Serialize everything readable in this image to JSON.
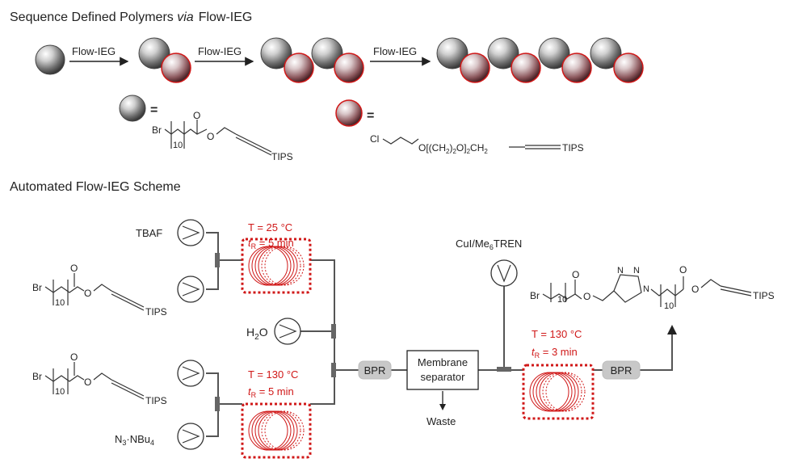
{
  "titles": {
    "section1_pre": "Sequence Defined Polymers ",
    "section1_via": "via",
    "section1_post": "Flow-IEG",
    "section2": "Automated Flow-IEG Scheme"
  },
  "arrows": {
    "arrow1": "Flow-IEG",
    "arrow2": "Flow-IEG",
    "arrow3": "Flow-IEG"
  },
  "legend": {
    "equals": "=",
    "gray_chain_br": "Br",
    "gray_chain_o": "O",
    "gray_chain_sub": "10",
    "gray_chain_tips": "TIPS",
    "red_chain_cl": "Cl",
    "red_chain_formula": "O[(CH",
    "red_chain_formula_2": "2",
    "red_chain_formula_3": ")",
    "red_chain_formula_4": "2",
    "red_chain_formula_5": "O]",
    "red_chain_formula_6": "2",
    "red_chain_formula_7": "CH",
    "red_chain_formula_8": "2",
    "red_chain_tips": "TIPS"
  },
  "scheme": {
    "tbaf": "TBAF",
    "h2o_h": "H",
    "h2o_2": "2",
    "h2o_o": "O",
    "n3_n": "N",
    "n3_3": "3",
    "n3_rest": "·NBu",
    "n3_4": "4",
    "cu_pre": "CuI/Me",
    "cu_6": "6",
    "cu_post": "TREN",
    "reactor1_temp": "T = 25 °C",
    "reactor1_t": "t",
    "reactor1_r": "R",
    "reactor1_time": " = 5 min",
    "reactor2_temp": "T = 130 °C",
    "reactor2_t": "t",
    "reactor2_r": "R",
    "reactor2_time": " = 5 min",
    "reactor3_temp": "T = 130 °C",
    "reactor3_t": "t",
    "reactor3_r": "R",
    "reactor3_time": " = 3 min",
    "bpr1": "BPR",
    "bpr2": "BPR",
    "membrane_line1": "Membrane",
    "membrane_line2": "separator",
    "waste": "Waste",
    "mol_br": "Br",
    "mol_o": "O",
    "mol_sub": "10",
    "mol_tips": "TIPS",
    "product_n": "N",
    "product_tips": "TIPS"
  },
  "colors": {
    "accent_red": "#d01818",
    "bead_gray": "#7a7a7a",
    "bead_red": "#c0303a"
  }
}
